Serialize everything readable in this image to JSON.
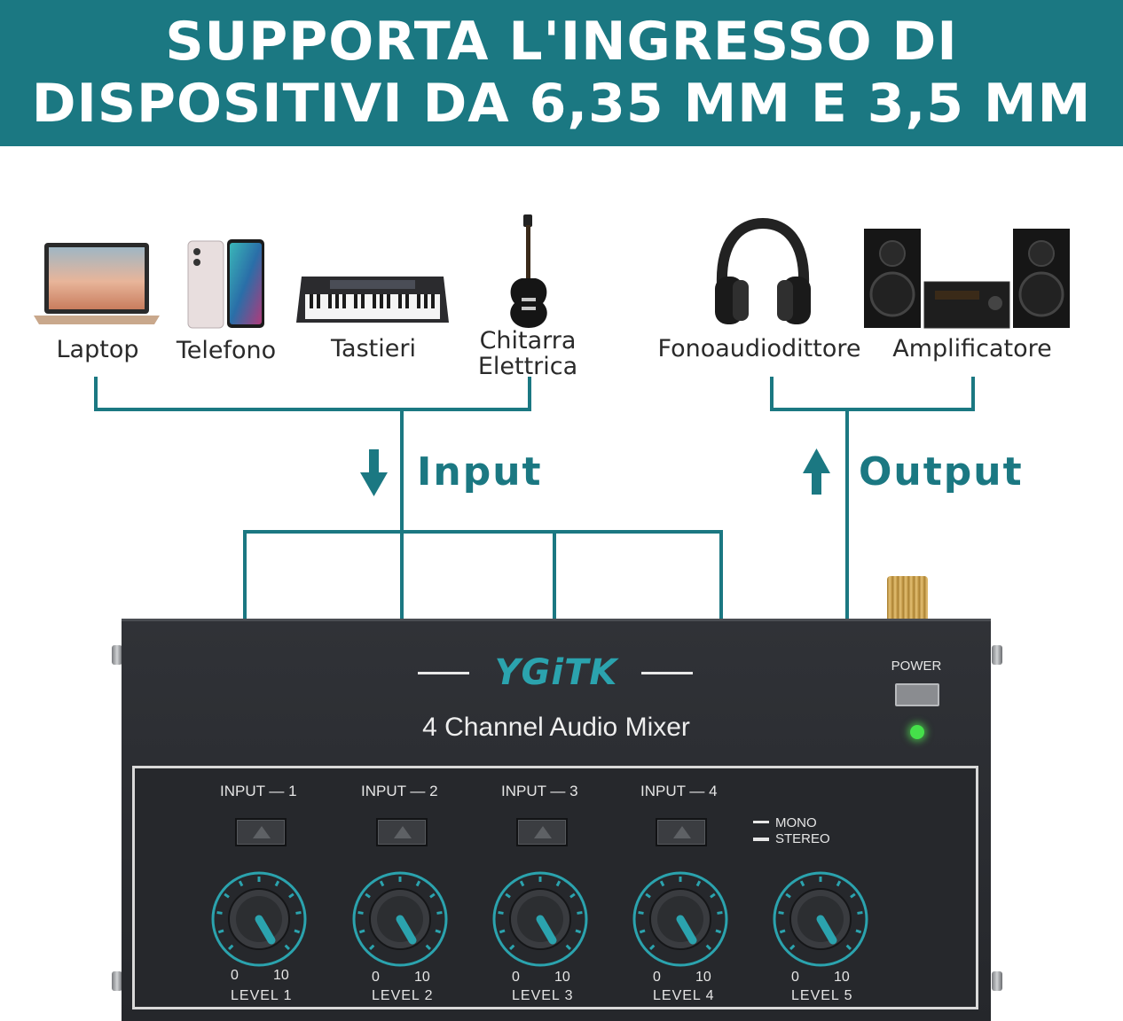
{
  "banner": {
    "line1": "SUPPORTA L'INGRESSO DI",
    "line2": "DISPOSITIVI DA 6,35 MM E 3,5 MM",
    "color": "#1b7882"
  },
  "inputs": {
    "devices": [
      "Laptop",
      "Telefono",
      "Tastieri",
      "Chitarra\nElettrica"
    ],
    "label": "Input",
    "arrow_icon": "arrow-down-icon"
  },
  "outputs": {
    "devices": [
      "Fonoaudiodittore",
      "Amplificatore"
    ],
    "label": "Output",
    "arrow_icon": "arrow-up-icon"
  },
  "mixer": {
    "brand": "YGiTK",
    "subtitle": "4 Channel Audio Mixer",
    "power_label": "POWER",
    "led_color": "#45e04a",
    "channels": [
      {
        "label": "INPUT — 1"
      },
      {
        "label": "INPUT — 2"
      },
      {
        "label": "INPUT — 3"
      },
      {
        "label": "INPUT — 4"
      }
    ],
    "mode": {
      "mono": "MONO",
      "stereo": "STEREO"
    },
    "knobs": [
      {
        "min": "0",
        "max": "10",
        "label": "LEVEL   1"
      },
      {
        "min": "0",
        "max": "10",
        "label": "LEVEL   2"
      },
      {
        "min": "0",
        "max": "10",
        "label": "LEVEL   3"
      },
      {
        "min": "0",
        "max": "10",
        "label": "LEVEL   4"
      },
      {
        "min": "0",
        "max": "10",
        "label": "LEVEL   5"
      }
    ],
    "accent_color": "#2ba3ae"
  }
}
